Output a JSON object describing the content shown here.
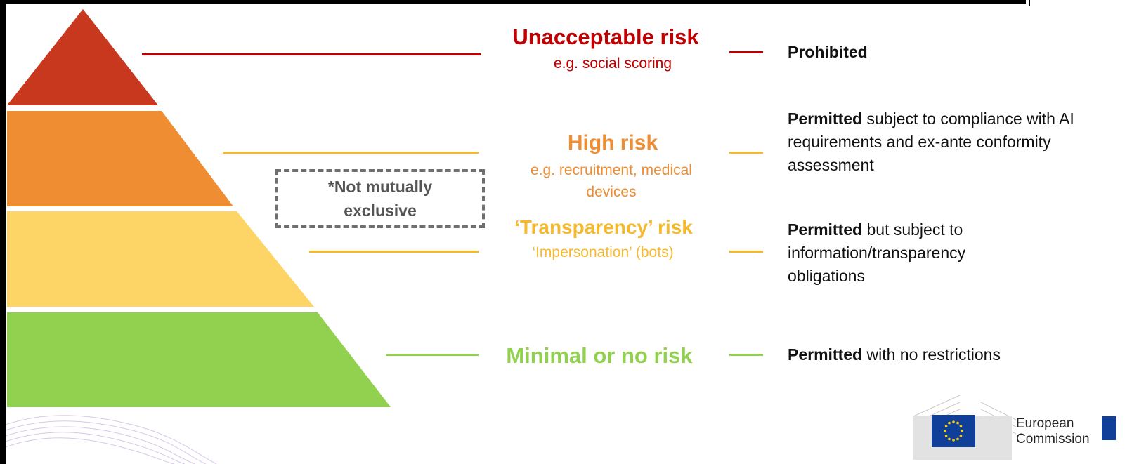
{
  "colors": {
    "unacceptable": "#c8381e",
    "unacceptable_text": "#c00000",
    "high": "#ee8d32",
    "high_text": "#ee8d32",
    "transparency": "#fdd567",
    "transparency_text": "#f6b92b",
    "minimal": "#92d050",
    "minimal_text": "#92d050"
  },
  "tiers": {
    "unacceptable": {
      "title": "Unacceptable risk",
      "subtitle": "e.g. social scoring",
      "desc_bold": "Prohibited",
      "desc_rest": ""
    },
    "high": {
      "title": "High risk",
      "subtitle_line1": "e.g. recruitment, medical",
      "subtitle_line2": "devices",
      "desc_bold": "Permitted",
      "desc_rest": " subject to compliance with AI requirements and ex-ante conformity assessment"
    },
    "transparency": {
      "title": "‘Transparency’ risk",
      "subtitle": "‘Impersonation’ (bots)",
      "desc_bold": "Permitted",
      "desc_rest": " but subject to information/transparency obligations"
    },
    "minimal": {
      "title": "Minimal or no risk",
      "desc_bold": "Permitted",
      "desc_rest": " with no restrictions"
    }
  },
  "note": {
    "line1": "*Not mutually",
    "line2": "exclusive"
  },
  "logo": {
    "line1": "European",
    "line2": "Commission",
    "icon": "eu-flag-icon"
  }
}
